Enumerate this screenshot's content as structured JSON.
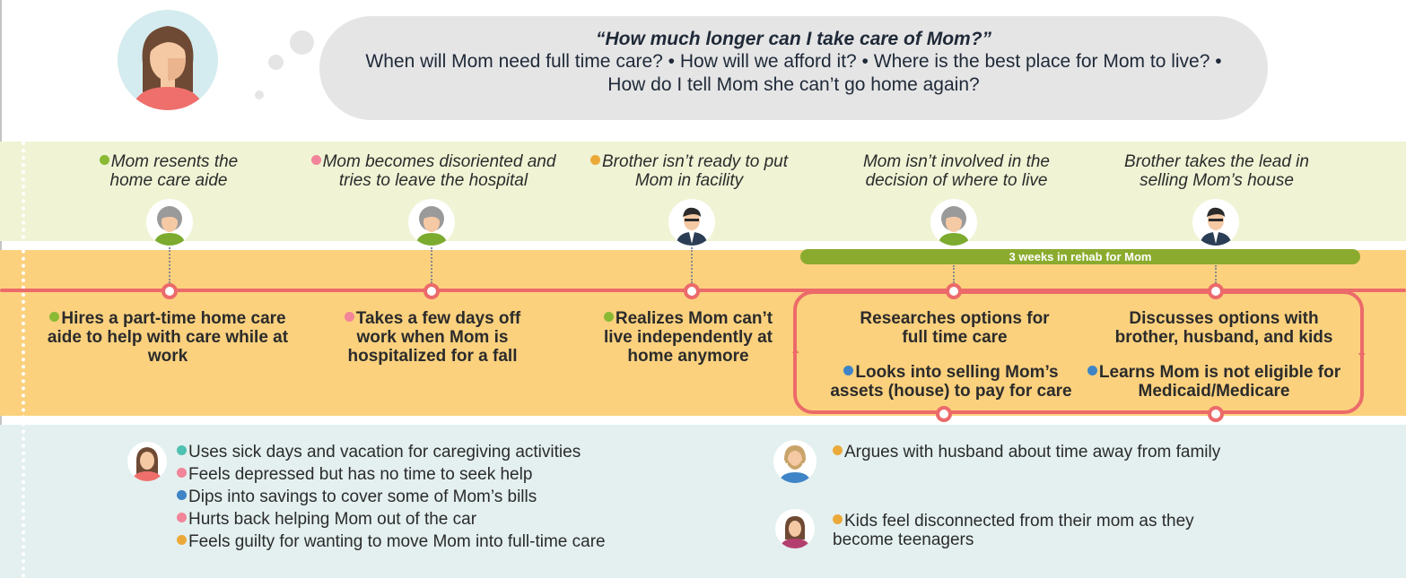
{
  "header": {
    "quote": "“How much longer can I take care of Mom?”",
    "questions": "When will Mom need full time care? • How will we afford it? • Where is the best place for Mom to live? • How do I tell Mom she can’t go home again?"
  },
  "emotions": [
    {
      "text": "Mom resents the home care aide",
      "dot": "green",
      "person": "mom-icon"
    },
    {
      "text": "Mom becomes disoriented and tries to leave the hospital",
      "dot": "pink",
      "person": "mom-icon"
    },
    {
      "text": "Brother isn’t ready to put Mom in facility",
      "dot": "orange",
      "person": "brother-icon"
    },
    {
      "text": "Mom isn’t involved in the decision of where to live",
      "dot": "",
      "person": "mom-icon"
    },
    {
      "text": "Brother takes the lead in selling Mom’s house",
      "dot": "",
      "person": "brother-icon"
    }
  ],
  "rehab_label": "3 weeks in rehab for Mom",
  "actions": [
    {
      "text": "Hires a part-time home care aide to help with care while at work",
      "dot": "green"
    },
    {
      "text": "Takes a few days off work when Mom is hospitalized for a fall",
      "dot": "pink"
    },
    {
      "text": "Realizes Mom can’t live independently at home anymore",
      "dot": "green"
    },
    {
      "text": "Researches options for full time care",
      "dot": ""
    },
    {
      "text": "Discusses options with brother, husband, and kids",
      "dot": ""
    },
    {
      "text": "Looks into selling Mom’s assets (house) to pay for care",
      "dot": "blue"
    },
    {
      "text": "Learns Mom is not eligible for Medicaid/Medicare",
      "dot": "blue"
    }
  ],
  "impacts": {
    "self": [
      {
        "text": "Uses sick days and vacation for caregiving activities",
        "dot": "teal"
      },
      {
        "text": "Feels depressed but has no time to seek help",
        "dot": "pink"
      },
      {
        "text": "Dips into savings to cover some of Mom’s bills",
        "dot": "blue"
      },
      {
        "text": "Hurts back helping Mom out of the car",
        "dot": "pink"
      },
      {
        "text": "Feels guilty for wanting to move Mom into full-time care",
        "dot": "orange"
      }
    ],
    "husband": {
      "text": "Argues with husband about time away from family",
      "dot": "orange"
    },
    "kids": {
      "text": "Kids feel disconnected from their mom as they become teenagers",
      "dot": "orange"
    }
  },
  "colors": {
    "dot_green": "#8ab934",
    "dot_pink": "#f2859a",
    "dot_orange": "#eba93a",
    "dot_teal": "#4ec1b1",
    "dot_blue": "#3f84c6",
    "timeline": "#ec6a6a",
    "band_green": "#f0f4d5",
    "band_orange": "#fbd17e",
    "band_blue": "#e3f0ef",
    "rehab_bar": "#8aab2d"
  }
}
